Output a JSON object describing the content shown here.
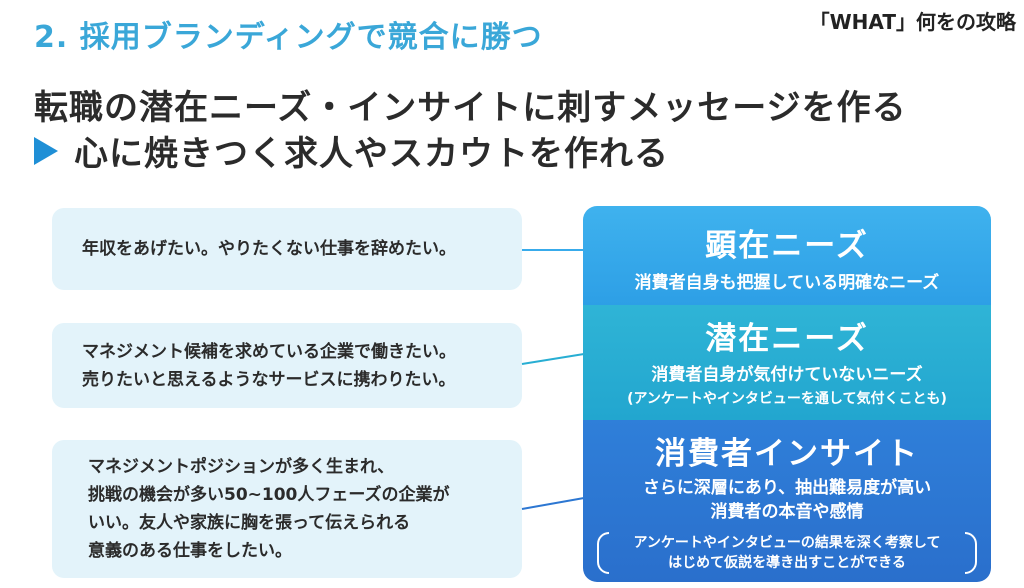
{
  "header": {
    "section_title": "2. 採用ブランディングで競合に勝つ",
    "corner_tag": "「WHAT」何をの攻略"
  },
  "headline": {
    "line1": "転職の潜在ニーズ・インサイトに刺すメッセージを作る",
    "line2": "心に焼きつく求人やスカウトを作れる"
  },
  "examples": [
    {
      "lines": [
        "年収をあげたい。やりたくない仕事を辞めたい。"
      ]
    },
    {
      "lines": [
        "マネジメント候補を求めている企業で働きたい。",
        "売りたいと思えるようなサービスに携わりたい。"
      ]
    },
    {
      "lines": [
        "マネジメントポジションが多く生まれ、",
        "挑戦の機会が多い50~100人フェーズの企業が",
        "いい。友人や家族に胸を張って伝えられる",
        "意義のある仕事をしたい。"
      ]
    }
  ],
  "levels": [
    {
      "title": "顕在ニーズ",
      "sub": "消費者自身も把握している明確なニーズ",
      "color": "#38abeb"
    },
    {
      "title": "潜在ニーズ",
      "sub": "消費者自身が気付けていないニーズ",
      "note": "(アンケートやインタビューを通して気付くことも)",
      "color": "#28aed3"
    },
    {
      "title": "消費者インサイト",
      "sub_lines": [
        "さらに深層にあり、抽出難易度が高い",
        "消費者の本音や感情"
      ],
      "note_lines": [
        "アンケートやインタビューの結果を深く考察して",
        "はじめて仮説を導き出すことができる"
      ],
      "color": "#2c77d2"
    }
  ]
}
